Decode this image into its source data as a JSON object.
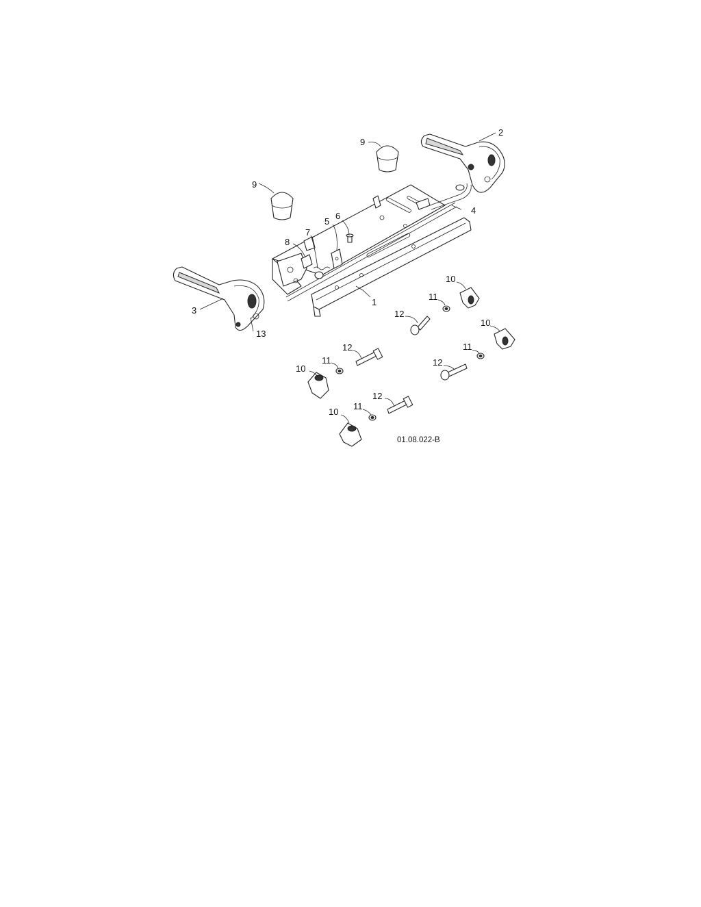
{
  "figure": {
    "reference_code": "01.08.022-B"
  },
  "callouts": [
    {
      "id": "c1",
      "label": "1"
    },
    {
      "id": "c2",
      "label": "2"
    },
    {
      "id": "c3",
      "label": "3"
    },
    {
      "id": "c4",
      "label": "4"
    },
    {
      "id": "c5",
      "label": "5"
    },
    {
      "id": "c6",
      "label": "6"
    },
    {
      "id": "c7",
      "label": "7"
    },
    {
      "id": "c8",
      "label": "8"
    },
    {
      "id": "c9a",
      "label": "9"
    },
    {
      "id": "c9b",
      "label": "9"
    },
    {
      "id": "c13",
      "label": "13"
    },
    {
      "id": "c10a",
      "label": "10"
    },
    {
      "id": "c11a",
      "label": "11"
    },
    {
      "id": "c12a",
      "label": "12"
    },
    {
      "id": "c10b",
      "label": "10"
    },
    {
      "id": "c11b",
      "label": "11"
    },
    {
      "id": "c12b",
      "label": "12"
    },
    {
      "id": "c12c",
      "label": "12"
    },
    {
      "id": "c11c",
      "label": "11"
    },
    {
      "id": "c10c",
      "label": "10"
    },
    {
      "id": "c12d",
      "label": "12"
    },
    {
      "id": "c11d",
      "label": "11"
    },
    {
      "id": "c10d",
      "label": "10"
    }
  ]
}
